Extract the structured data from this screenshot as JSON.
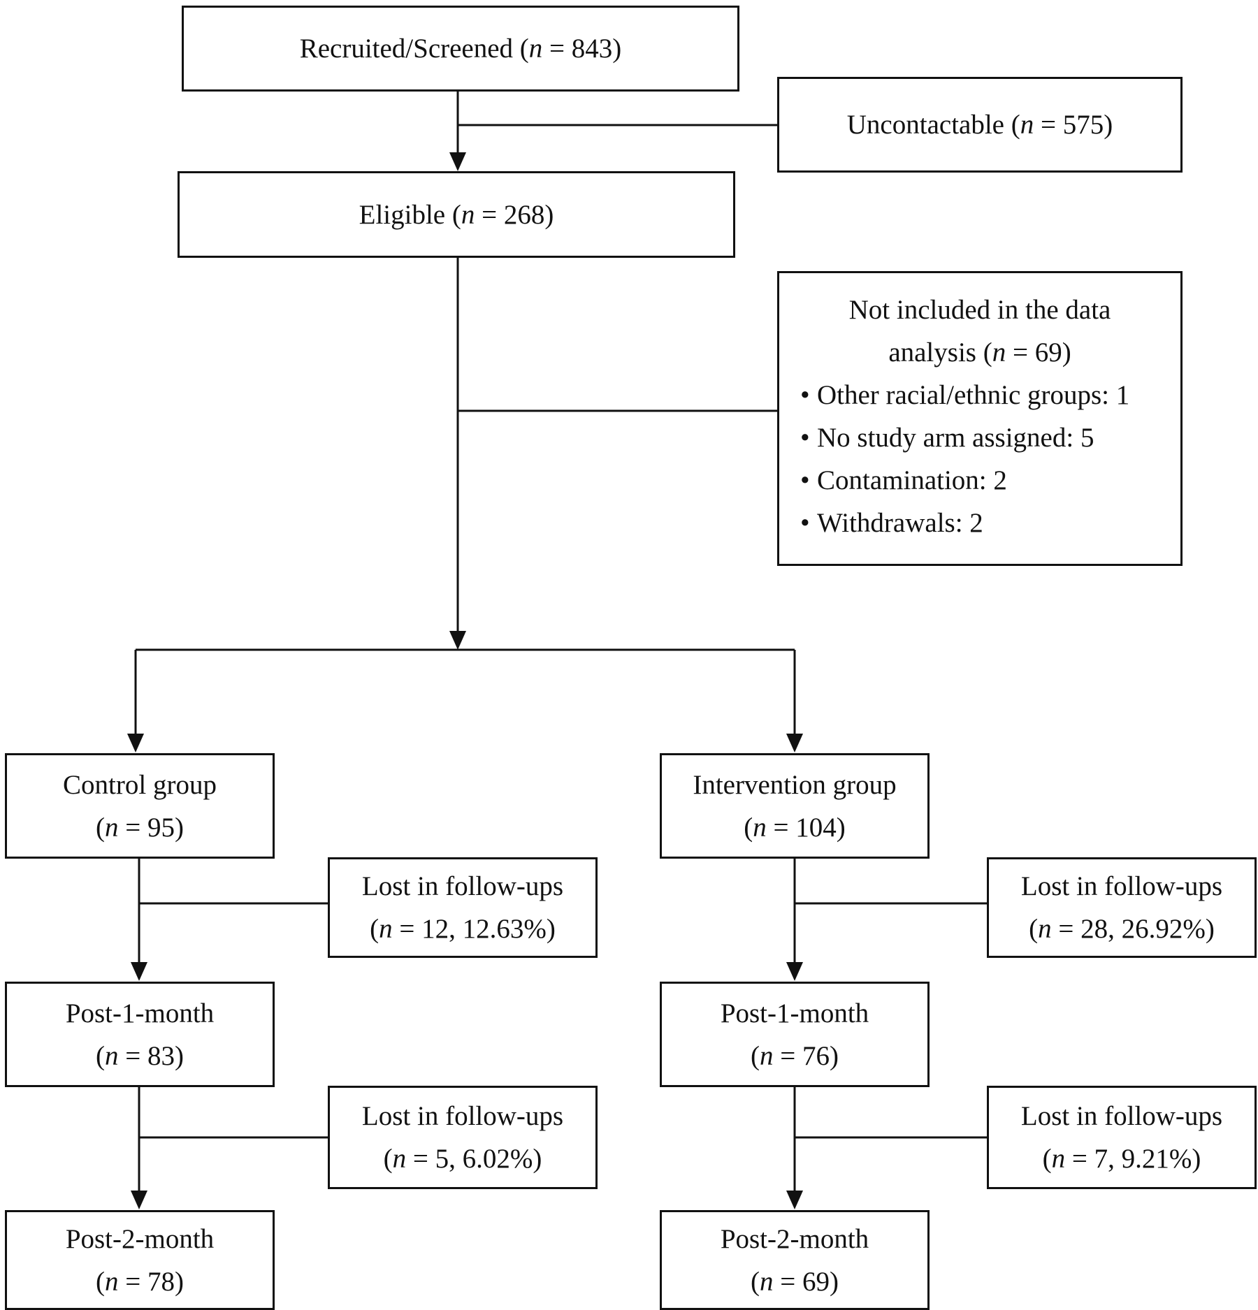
{
  "recruited": {
    "label": "Recruited/Screened (",
    "n_sym": "n",
    "n_val": " = 843)"
  },
  "uncontactable": {
    "label": "Uncontactable (",
    "n_sym": "n",
    "n_val": " = 575)"
  },
  "eligible": {
    "label": "Eligible (",
    "n_sym": "n",
    "n_val": " = 268)"
  },
  "not_included": {
    "title_line1": "Not included in the data",
    "title_line2_pre": "analysis (",
    "n_sym": "n",
    "n_val": " = 69)",
    "bullet": "•",
    "items": [
      "Other racial/ethnic groups: 1",
      "No study arm assigned: 5",
      "Contamination: 2",
      "Withdrawals: 2"
    ]
  },
  "control": {
    "group": {
      "label": "Control group",
      "pre": "(",
      "n_sym": "n",
      "n_val": " = 95)"
    },
    "lost1": {
      "label": "Lost in follow-ups",
      "pre": "(",
      "n_sym": "n",
      "n_val": " = 12, 12.63%)"
    },
    "post1": {
      "label": "Post-1-month",
      "pre": "(",
      "n_sym": "n",
      "n_val": " = 83)"
    },
    "lost2": {
      "label": "Lost in follow-ups",
      "pre": "(",
      "n_sym": "n",
      "n_val": " = 5, 6.02%)"
    },
    "post2": {
      "label": "Post-2-month",
      "pre": "(",
      "n_sym": "n",
      "n_val": " = 78)"
    }
  },
  "intervention": {
    "group": {
      "label": "Intervention group",
      "pre": "(",
      "n_sym": "n",
      "n_val": " = 104)"
    },
    "lost1": {
      "label": "Lost in follow-ups",
      "pre": "(",
      "n_sym": "n",
      "n_val": " = 28, 26.92%)"
    },
    "post1": {
      "label": "Post-1-month",
      "pre": "(",
      "n_sym": "n",
      "n_val": " = 76)"
    },
    "lost2": {
      "label": "Lost in follow-ups",
      "pre": "(",
      "n_sym": "n",
      "n_val": " = 7, 9.21%)"
    },
    "post2": {
      "label": "Post-2-month",
      "pre": "(",
      "n_sym": "n",
      "n_val": " = 69)"
    }
  }
}
